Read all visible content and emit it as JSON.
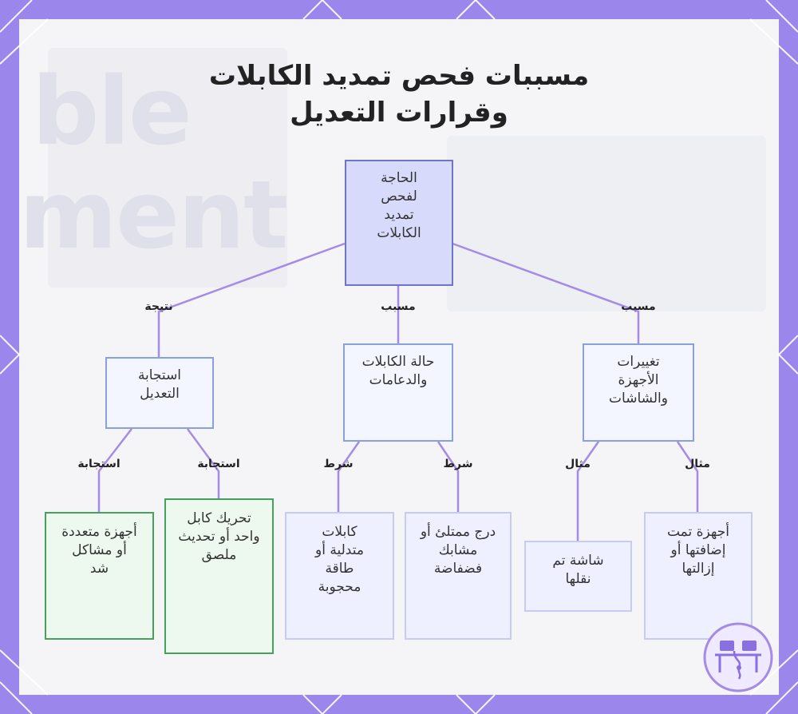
{
  "title": {
    "line1": "مسببات فحص تمديد الكابلات",
    "line2": "وقرارات التعديل"
  },
  "background_text": {
    "word1": "ble",
    "word2": "ment"
  },
  "nodes": {
    "root": "الحاجة لفحص تمديد الكابلات",
    "response": "استجابة التعديل",
    "condition": "حالة الكابلات والدعامات",
    "changes": "تغييرات الأجهزة والشاشات",
    "multi_devices": "أجهزة متعددة أو مشاكل شد",
    "move_cable": "تحريك كابل واحد أو تحديث ملصق",
    "dangling": "كابلات متدلية أو طاقة محجوبة",
    "drawer": "درج ممتلئ أو مشابك فضفاضة",
    "screen_moved": "شاشة تم نقلها",
    "devices_added": "أجهزة تمت إضافتها أو إزالتها"
  },
  "edge_labels": {
    "result": "نتيجة",
    "cause_center": "مسبب",
    "cause_right": "مسبب",
    "response_left": "استجابة",
    "response_right": "استجابة",
    "condition_left": "شرط",
    "condition_right": "شرط",
    "example_left": "مثال",
    "example_right": "مثال"
  },
  "colors": {
    "frame": "#9b86ec",
    "connector": "#a58be8",
    "root_fill": "#d8dafc",
    "green_border": "#46a25a"
  },
  "icons": {
    "logo": "workstation-logo-icon"
  }
}
